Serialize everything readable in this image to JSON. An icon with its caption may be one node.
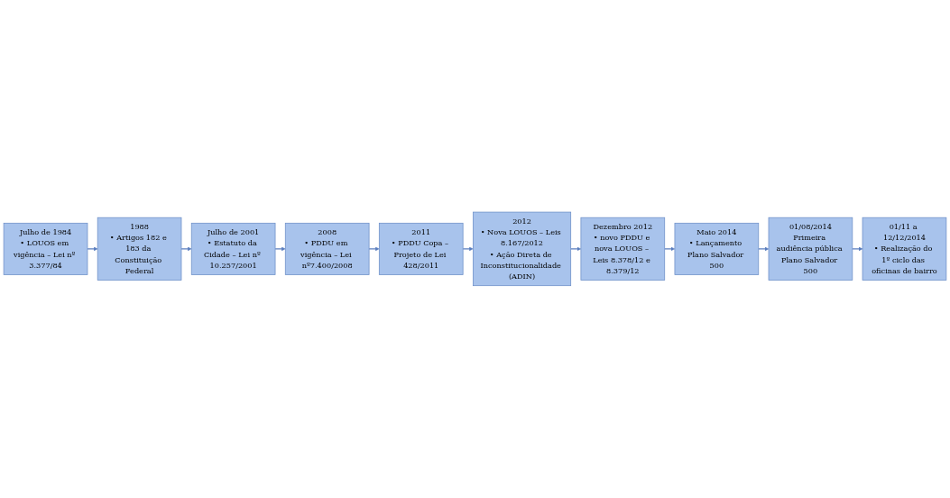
{
  "diagram": {
    "nodes": [
      {
        "text": [
          "Julho de 1984",
          "• LOUOS em vigência – Lei nº 3.377/84"
        ]
      },
      {
        "text": [
          "1988",
          "• Artigos 182 e 183 da Constituição Federal"
        ]
      },
      {
        "text": [
          "Julho de 2001",
          "• Estatuto da Cidade – Lei nº 10.257/2001"
        ]
      },
      {
        "text": [
          "2008",
          "• PDDU em vigência – Lei nº7.400/2008"
        ]
      },
      {
        "text": [
          "2011",
          "• PDDU Copa – Projeto de Lei 428/2011"
        ]
      },
      {
        "text": [
          "2012",
          "• Nova LOUOS – Leis 8.167/2012",
          "• Ação Direta de Inconstitucionalidade (ADIN)"
        ]
      },
      {
        "text": [
          "Dezembro 2012",
          "• novo PDDU e nova LOUOS – Leis 8.378/12 e 8.379/12"
        ]
      },
      {
        "text": [
          "Maio 2014",
          "• Lançamento Plano Salvador 500"
        ]
      },
      {
        "text": [
          "01/08/2014",
          "Primeira audiência pública Plano Salvador 500"
        ]
      },
      {
        "text": [
          "01/11 a 12/12/2014",
          "• Realização do 1º ciclo das oficinas de bairro"
        ]
      }
    ],
    "edges": [
      {
        "from": 0,
        "to": 1,
        "arrow": "to"
      },
      {
        "from": 1,
        "to": 2,
        "arrow": "to"
      },
      {
        "from": 2,
        "to": 3,
        "arrow": "to"
      },
      {
        "from": 3,
        "to": 4,
        "arrow": "to"
      },
      {
        "from": 4,
        "to": 5,
        "arrow": "to"
      },
      {
        "from": 5,
        "to": 6,
        "arrow": "to"
      },
      {
        "from": 6,
        "to": 7,
        "arrow": "to"
      },
      {
        "from": 7,
        "to": 8,
        "arrow": "to"
      },
      {
        "from": 8,
        "to": 9,
        "arrow": "to"
      }
    ]
  }
}
